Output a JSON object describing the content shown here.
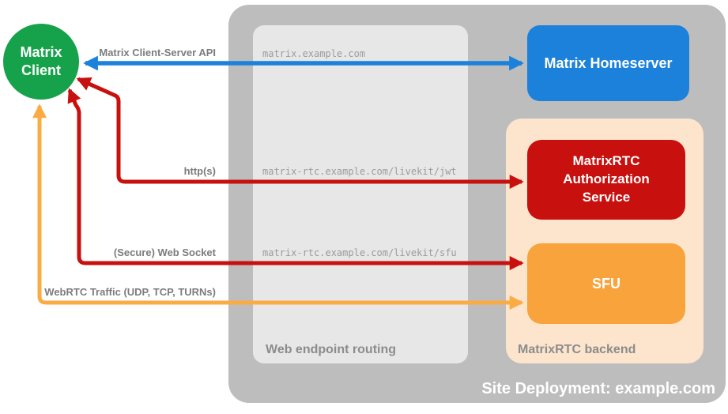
{
  "client": {
    "label": "Matrix Client"
  },
  "site": {
    "title": "Site Deployment: example.com"
  },
  "routing": {
    "label": "Web endpoint routing",
    "endpoints": [
      "matrix.example.com",
      "matrix-rtc.example.com/livekit/jwt",
      "matrix-rtc.example.com/livekit/sfu"
    ]
  },
  "homeserver": {
    "label": "Matrix Homeserver"
  },
  "backend": {
    "label": "MatrixRTC backend",
    "auth_service": {
      "label": "MatrixRTC Authorization Service"
    },
    "sfu": {
      "label": "SFU"
    }
  },
  "connections": [
    {
      "label": "Matrix Client-Server API",
      "color": "#1b81db",
      "style": "bidirectional-arrow"
    },
    {
      "label": "http(s)",
      "color": "#c8100e",
      "style": "bidirectional-arrow"
    },
    {
      "label": "(Secure) Web Socket",
      "color": "#c8100e",
      "style": "bidirectional-arrow"
    },
    {
      "label": "WebRTC Traffic (UDP, TCP, TURNs)",
      "color": "#fbab43",
      "style": "bidirectional-arrow"
    }
  ],
  "colors": {
    "client_green": "#16a24b",
    "homeserver_blue": "#1b81db",
    "auth_red": "#c8100e",
    "sfu_orange": "#f9a33c",
    "backend_peach": "#fce5cc",
    "site_gray": "#bdbdbd",
    "routing_gray": "#e7e7e7",
    "label_gray": "#7c7c7c"
  }
}
